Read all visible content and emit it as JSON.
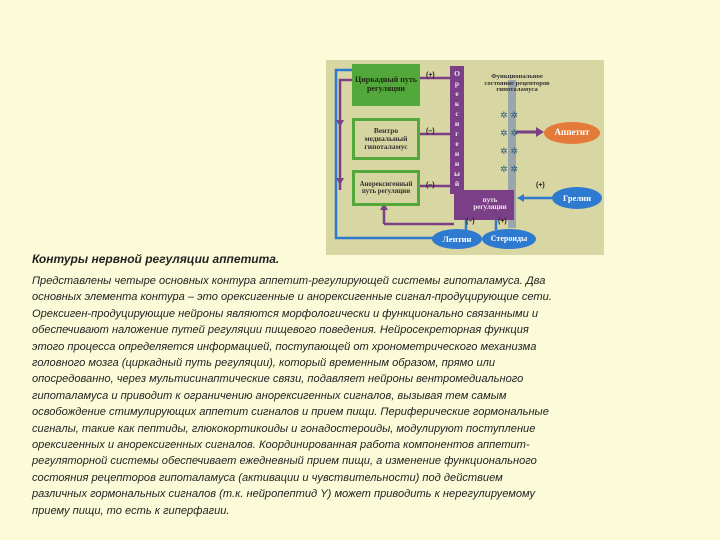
{
  "figure": {
    "circadian": "Циркадный путь регуляции",
    "ventromedial": "Вентро медиальный гипоталамус",
    "anorexigenic": "Анорексигенный путь регуляции",
    "orexigenic_letters": [
      "О",
      "р",
      "е",
      "к",
      "с",
      "и",
      "г",
      "е",
      "н",
      "н",
      "ы",
      "й"
    ],
    "orexigenic_path": "путь регуляции",
    "functional_state": "Функциональное состояние рецепторов гипоталамуса",
    "appetite": "Аппетит",
    "ghrelin": "Грелин",
    "leptin": "Лептин",
    "steroids": "Стероиды",
    "plus": "(+)",
    "minus": "(–)",
    "colors": {
      "background": "#d8d6a2",
      "green": "#53a83c",
      "purple": "#7a3f86",
      "blue": "#2f7ad1",
      "orange": "#e47a3a"
    }
  },
  "caption": {
    "title": "Контуры нервной регуляции аппетита.",
    "lines": [
      "Представлены четыре основных контура аппетит-регулирующей системы гипоталамуса. Два",
      "основных элемента контура – это орексигенные и анорексигенные сигнал-продуцирующие сети.",
      "Орексиген-продуцирующие нейроны являются морфологически и функционально связанными и",
      "обеспечивают наложение путей регуляции пищевого поведения. Нейросекреторная функция",
      "этого процесса определяется информацией, поступающей от хронометрического механизма",
      "головного мозга (циркадный путь регуляции), который временным образом, прямо или",
      "опосредованно, через мультисинаптические связи, подавляет нейроны вентромедиального",
      "гипоталамуса и приводит к ограничению анорексигенных сигналов, вызывая тем самым",
      "освобождение стимулирующих аппетит сигналов и прием пищи. Периферические гормональные",
      "сигналы, такие как пептиды, глюкокортикоиды и гонадостероиды, модулируют поступление",
      "орексигенных и анорексигенных сигналов. Координированная работа компонентов аппетит-",
      "регуляторной системы обеспечивает ежедневный прием пищи, а изменение функционального",
      "состояния рецепторов гипоталамуса (активации и чувствительности) под действием",
      "различных гормональных сигналов (т.к. нейропептид Y) может приводить к нерегулируемому",
      "приему пищи, то есть к гиперфагии."
    ]
  }
}
